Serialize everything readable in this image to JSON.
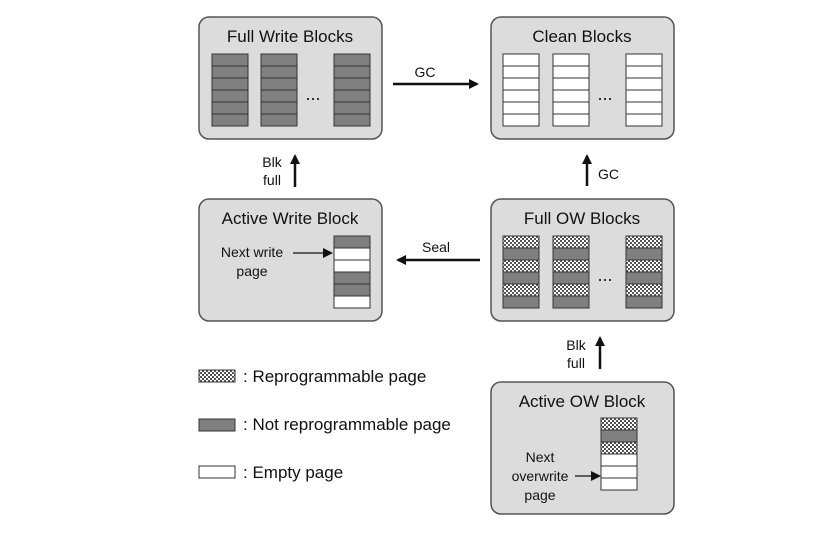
{
  "boxes": {
    "full_write": {
      "title": "Full Write Blocks",
      "ellipsis": "..."
    },
    "clean": {
      "title": "Clean Blocks",
      "ellipsis": "..."
    },
    "active_write": {
      "title": "Active Write Block",
      "pointer_label_1": "Next write",
      "pointer_label_2": "page"
    },
    "full_ow": {
      "title": "Full OW Blocks",
      "ellipsis": "..."
    },
    "active_ow": {
      "title": "Active OW Block",
      "pointer_label_1": "Next",
      "pointer_label_2": "overwrite",
      "pointer_label_3": "page"
    }
  },
  "arrows": {
    "gc_top": "GC",
    "gc_right": "GC",
    "seal": "Seal",
    "blk_full_left_1": "Blk",
    "blk_full_left_2": "full",
    "blk_full_right_1": "Blk",
    "blk_full_right_2": "full"
  },
  "legend": {
    "reprogrammable": ": Reprogrammable page",
    "not_reprogrammable": ": Not reprogrammable page",
    "empty": ": Empty page"
  },
  "colors": {
    "box_fill": "#dcdcdc",
    "box_stroke": "#555555",
    "page_dark": "#808080",
    "page_empty": "#ffffff",
    "page_stroke": "#333333"
  }
}
